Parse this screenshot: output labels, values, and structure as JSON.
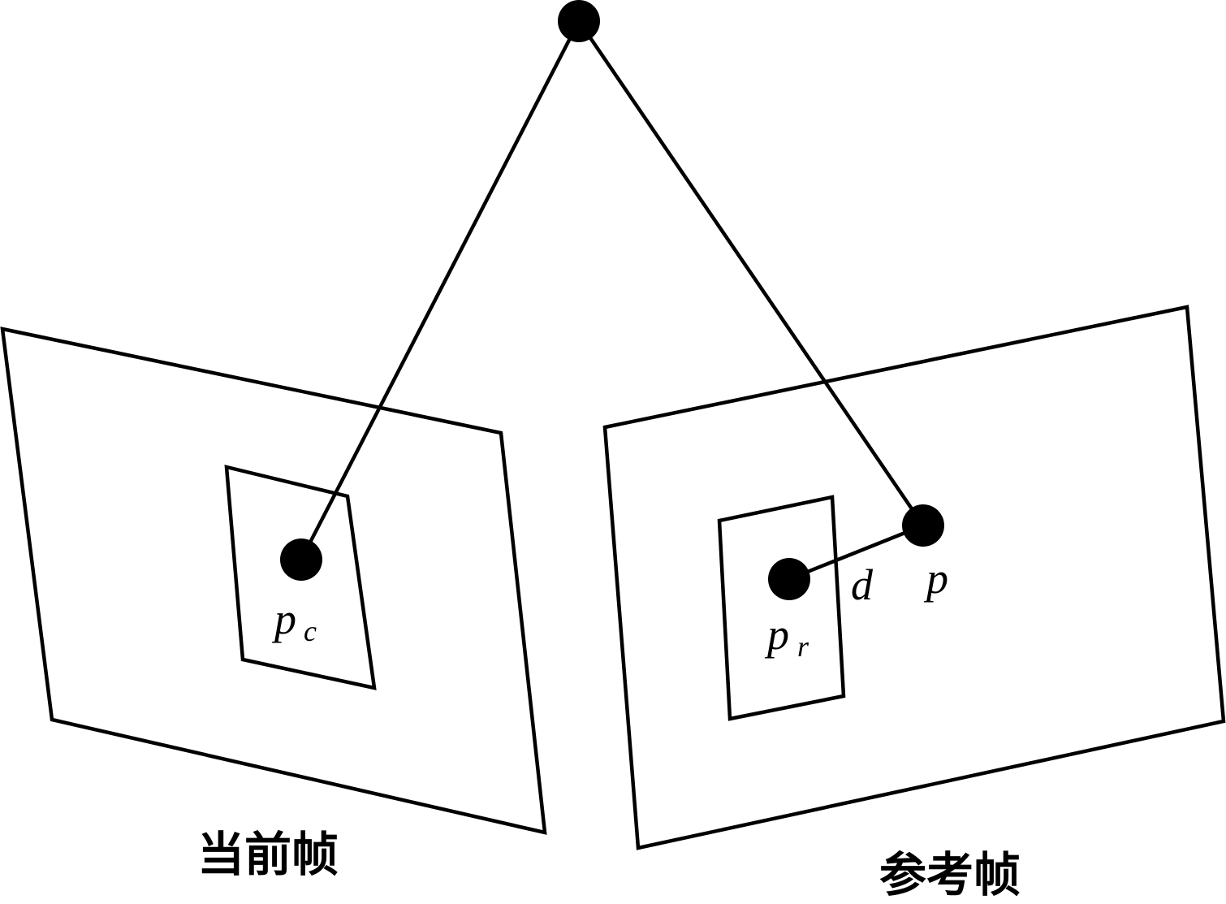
{
  "labels": {
    "pc_main": "p",
    "pc_sub": "c",
    "pr_main": "p",
    "pr_sub": "r",
    "distance": "d",
    "projected_point": "p"
  },
  "captions": {
    "current_frame": "当前帧",
    "reference_frame": "参考帧"
  },
  "colors": {
    "stroke": "#000000",
    "background": "#ffffff"
  }
}
